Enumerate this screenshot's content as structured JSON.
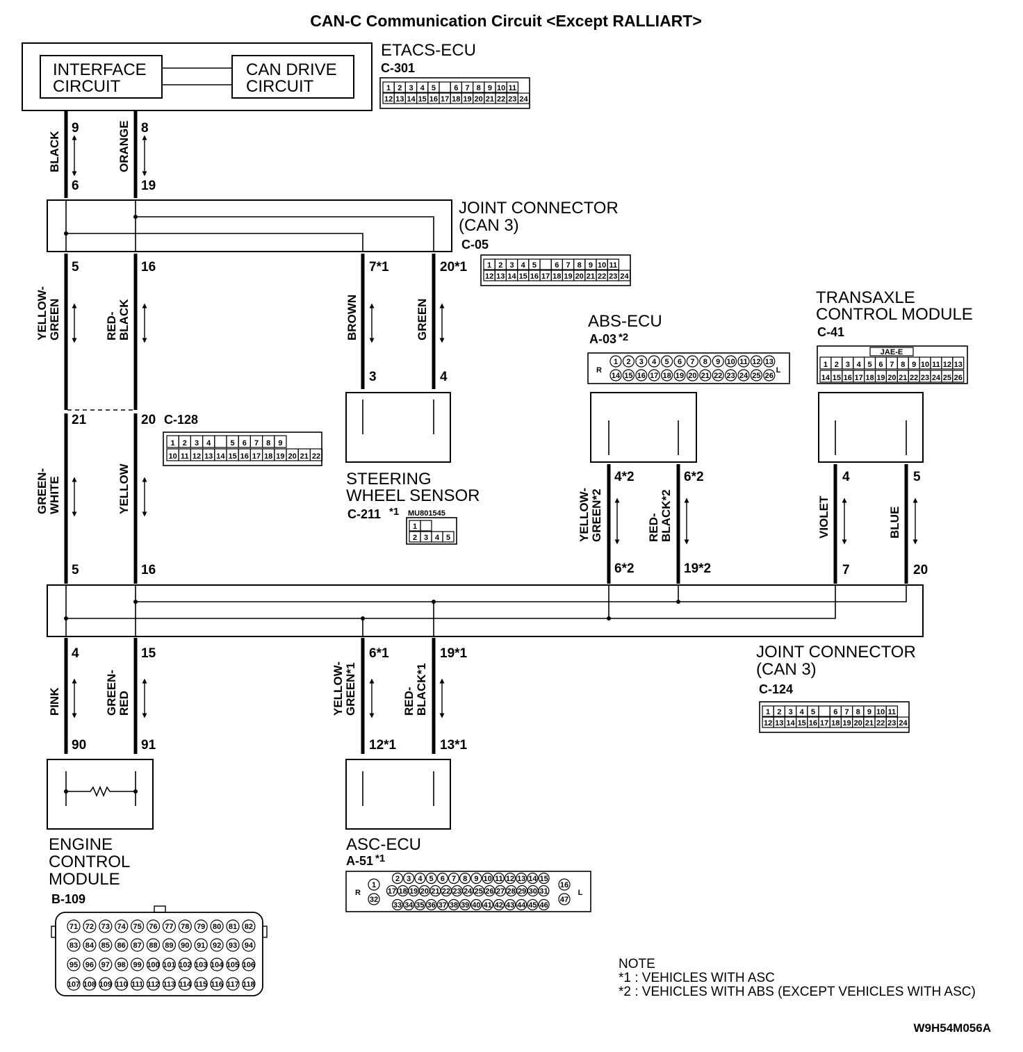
{
  "title": "CAN-C Communication Circuit <Except RALLIART>",
  "etacs": {
    "name": "ETACS-ECU",
    "code": "C-301",
    "interface": [
      "INTERFACE",
      "CIRCUIT"
    ],
    "drive": [
      "CAN DRIVE",
      "CIRCUIT"
    ],
    "row1": [
      "1",
      "2",
      "3",
      "4",
      "5",
      "",
      "6",
      "7",
      "8",
      "9",
      "10",
      "11"
    ],
    "row2": [
      "12",
      "13",
      "14",
      "15",
      "16",
      "17",
      "18",
      "19",
      "20",
      "21",
      "22",
      "23",
      "24"
    ]
  },
  "joint_c05": {
    "name_line1": "JOINT CONNECTOR",
    "name_line2": "(CAN 3)",
    "code": "C-05",
    "row1": [
      "1",
      "2",
      "3",
      "4",
      "5",
      "",
      "6",
      "7",
      "8",
      "9",
      "10",
      "11"
    ],
    "row2": [
      "12",
      "13",
      "14",
      "15",
      "16",
      "17",
      "18",
      "19",
      "20",
      "21",
      "22",
      "23",
      "24"
    ]
  },
  "joint_c124": {
    "name_line1": "JOINT CONNECTOR",
    "name_line2": "(CAN 3)",
    "code": "C-124",
    "row1": [
      "1",
      "2",
      "3",
      "4",
      "5",
      "",
      "6",
      "7",
      "8",
      "9",
      "10",
      "11"
    ],
    "row2": [
      "12",
      "13",
      "14",
      "15",
      "16",
      "17",
      "18",
      "19",
      "20",
      "21",
      "22",
      "23",
      "24"
    ]
  },
  "c128": {
    "code": "C-128",
    "row1": [
      "1",
      "2",
      "3",
      "4",
      "",
      "5",
      "6",
      "7",
      "8",
      "9"
    ],
    "row2": [
      "10",
      "11",
      "12",
      "13",
      "14",
      "15",
      "16",
      "17",
      "18",
      "19",
      "20",
      "21",
      "22"
    ]
  },
  "steering": {
    "line1": "STEERING",
    "line2": "WHEEL SENSOR",
    "code": "C-211",
    "part": "MU801545",
    "row1": [
      "1",
      ""
    ],
    "row2": [
      "2",
      "3",
      "4",
      "5"
    ]
  },
  "abs": {
    "name": "ABS-ECU",
    "code": "A-03",
    "mark_r": "R",
    "mark_l": "L",
    "row1": [
      "1",
      "2",
      "3",
      "4",
      "5",
      "6",
      "7",
      "8",
      "9",
      "10",
      "11",
      "12",
      "13"
    ],
    "row2": [
      "14",
      "15",
      "16",
      "17",
      "18",
      "19",
      "20",
      "21",
      "22",
      "23",
      "24",
      "25",
      "26"
    ]
  },
  "tcm": {
    "line1": "TRANSAXLE",
    "line2": "CONTROL MODULE",
    "code": "C-41",
    "tag": "JAE-E",
    "row1": [
      "1",
      "2",
      "3",
      "4",
      "5",
      "6",
      "7",
      "8",
      "9",
      "10",
      "11",
      "12",
      "13"
    ],
    "row2": [
      "14",
      "15",
      "16",
      "17",
      "18",
      "19",
      "20",
      "21",
      "22",
      "23",
      "24",
      "25",
      "26"
    ]
  },
  "ecm": {
    "line1": "ENGINE",
    "line2": "CONTROL",
    "line3": "MODULE",
    "code": "B-109",
    "row1": [
      "71",
      "72",
      "73",
      "74",
      "75",
      "76",
      "77",
      "78",
      "79",
      "80",
      "81",
      "82"
    ],
    "row2": [
      "83",
      "84",
      "85",
      "86",
      "87",
      "88",
      "89",
      "90",
      "91",
      "92",
      "93",
      "94"
    ],
    "row3": [
      "95",
      "96",
      "97",
      "98",
      "99",
      "100",
      "101",
      "102",
      "103",
      "104",
      "105",
      "106"
    ],
    "row4": [
      "107",
      "108",
      "109",
      "110",
      "111",
      "112",
      "113",
      "114",
      "115",
      "116",
      "117",
      "118"
    ]
  },
  "asc": {
    "name": "ASC-ECU",
    "code": "A-51",
    "mark_r": "R",
    "mark_l": "L",
    "row1": [
      "2",
      "3",
      "4",
      "5",
      "6",
      "7",
      "8",
      "9",
      "10",
      "11",
      "12",
      "13",
      "14",
      "15"
    ],
    "row2": [
      "17",
      "18",
      "19",
      "20",
      "21",
      "22",
      "23",
      "24",
      "25",
      "26",
      "27",
      "28",
      "29",
      "30",
      "31"
    ],
    "row3": [
      "33",
      "34",
      "35",
      "36",
      "37",
      "38",
      "39",
      "40",
      "41",
      "42",
      "43",
      "44",
      "45",
      "46"
    ],
    "left": [
      "1",
      "32"
    ],
    "right": [
      "16",
      "47"
    ]
  },
  "wires": {
    "black": "BLACK",
    "orange": "ORANGE",
    "yellow_green": [
      "YELLOW-",
      "GREEN"
    ],
    "red_black": [
      "RED-",
      "BLACK"
    ],
    "brown": "BROWN",
    "green": "GREEN",
    "green_white": [
      "GREEN-",
      "WHITE"
    ],
    "yellow": "YELLOW",
    "violet": "VIOLET",
    "blue": "BLUE",
    "pink": "PINK",
    "green_red": [
      "GREEN-",
      "RED"
    ],
    "abs_yg": [
      "YELLOW-",
      "GREEN*2"
    ],
    "abs_rb": [
      "RED-",
      "BLACK*2"
    ],
    "asc_yg": [
      "YELLOW-",
      "GREEN*1"
    ],
    "asc_rb": [
      "RED-",
      "BLACK*1"
    ]
  },
  "pins": {
    "p9": "9",
    "p8": "8",
    "p6": "6",
    "p19": "19",
    "c05_5": "5",
    "c05_16": "16",
    "c05_7": "7*1",
    "c05_20": "20*1",
    "sw_3": "3",
    "sw_4": "4",
    "c128_21": "21",
    "c128_20": "20",
    "j124_5": "5",
    "j124_16": "16",
    "abs_4": "4*2",
    "abs_6": "6*2",
    "j124_6": "6*2",
    "j124_19": "19*2",
    "tcm_4": "4",
    "tcm_5": "5",
    "j124_7": "7",
    "j124_20": "20",
    "j124_4": "4",
    "j124_15": "15",
    "j124_6b": "6*1",
    "j124_19b": "19*1",
    "ecm_90": "90",
    "ecm_91": "91",
    "asc_12": "12*1",
    "asc_13": "13*1"
  },
  "note": {
    "heading": "NOTE",
    "n1": "*1 : VEHICLES WITH ASC",
    "n2": "*2 : VEHICLES WITH ABS (EXCEPT VEHICLES WITH ASC)"
  },
  "figure_id": "W9H54M056A"
}
